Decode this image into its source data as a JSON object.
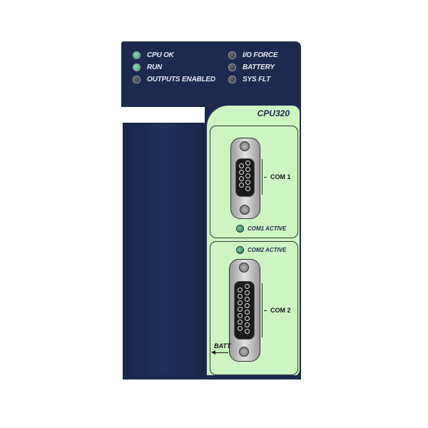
{
  "module": {
    "model": "CPU320",
    "status_leds": [
      {
        "label": "CPU OK",
        "state": "on",
        "color": "#3fae74"
      },
      {
        "label": "RUN",
        "state": "on",
        "color": "#3fae74"
      },
      {
        "label": "OUTPUTS ENABLED",
        "state": "off",
        "color": "#3a3a3a"
      },
      {
        "label": "I/O FORCE",
        "state": "off",
        "color": "#3a3a3a"
      },
      {
        "label": "BATTERY",
        "state": "off",
        "color": "#3a3a3a"
      },
      {
        "label": "SYS FLT",
        "state": "off",
        "color": "#3a3a3a"
      }
    ],
    "ports": [
      {
        "label": "COM 1",
        "active_label": "COM1 ACTIVE",
        "connector": "DB9"
      },
      {
        "label": "COM 2",
        "active_label": "COM2 ACTIVE",
        "connector": "DB15"
      }
    ],
    "battery_label": "BATT",
    "colors": {
      "housing": "#1d2a4d",
      "faceplate": "#ccf5c2"
    }
  }
}
